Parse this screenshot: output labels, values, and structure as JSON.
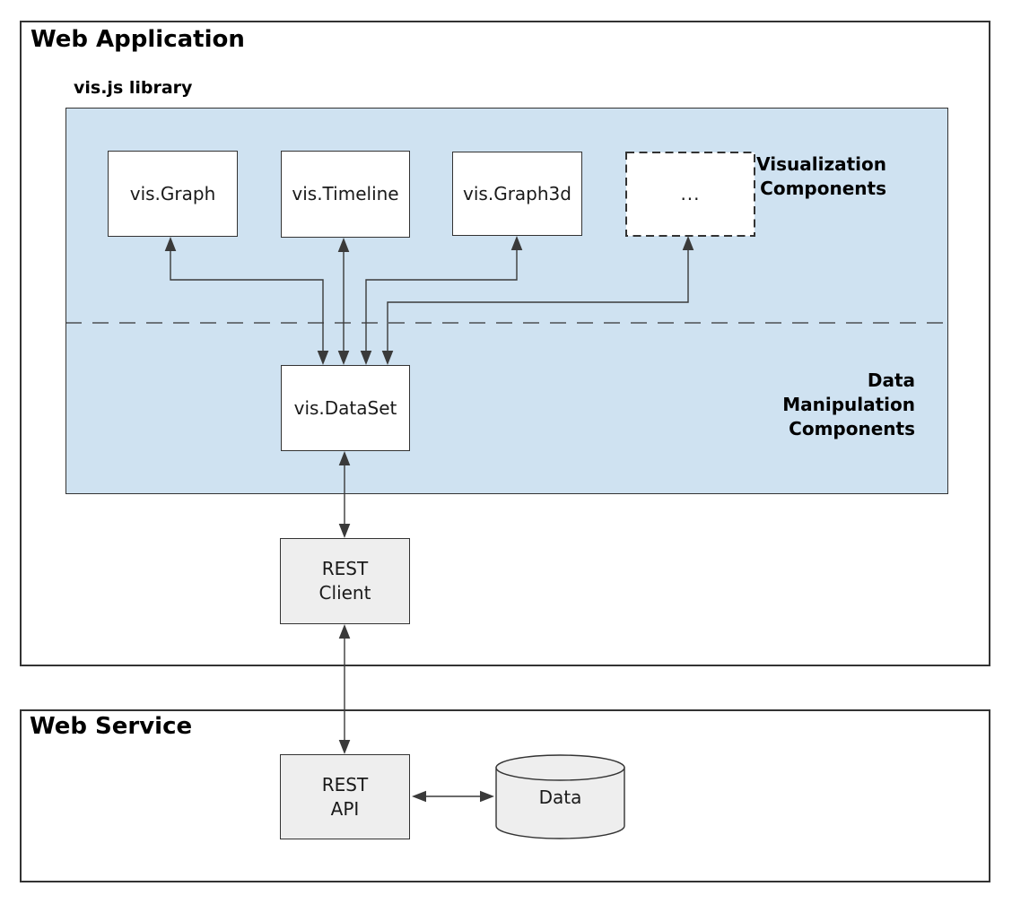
{
  "web_application": {
    "title": "Web Application",
    "library": {
      "title": "vis.js library",
      "components": {
        "graph": "vis.Graph",
        "timeline": "vis.Timeline",
        "graph3d": "vis.Graph3d",
        "more": "...",
        "dataset": "vis.DataSet"
      },
      "section_labels": {
        "visualization": "Visualization\nComponents",
        "data_manipulation": "Data\nManipulation\nComponents"
      }
    },
    "rest_client": "REST\nClient"
  },
  "web_service": {
    "title": "Web Service",
    "rest_api": "REST\nAPI",
    "data_store": "Data"
  },
  "colors": {
    "library_fill": "#cfe2f1",
    "node_fill": "#ffffff",
    "service_node_fill": "#eeeeee",
    "border": "#333333",
    "connector": "#3a3a3a",
    "text": "#1a1a1a"
  }
}
